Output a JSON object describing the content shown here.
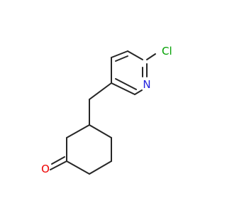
{
  "molecule": {
    "atoms": [
      {
        "id": "Cl",
        "label": "Cl",
        "color": "#00a000"
      },
      {
        "id": "N",
        "label": "N",
        "color": "#2222dd"
      },
      {
        "id": "O",
        "label": "O",
        "color": "#ee0000"
      }
    ],
    "bond_color": "#262626"
  }
}
